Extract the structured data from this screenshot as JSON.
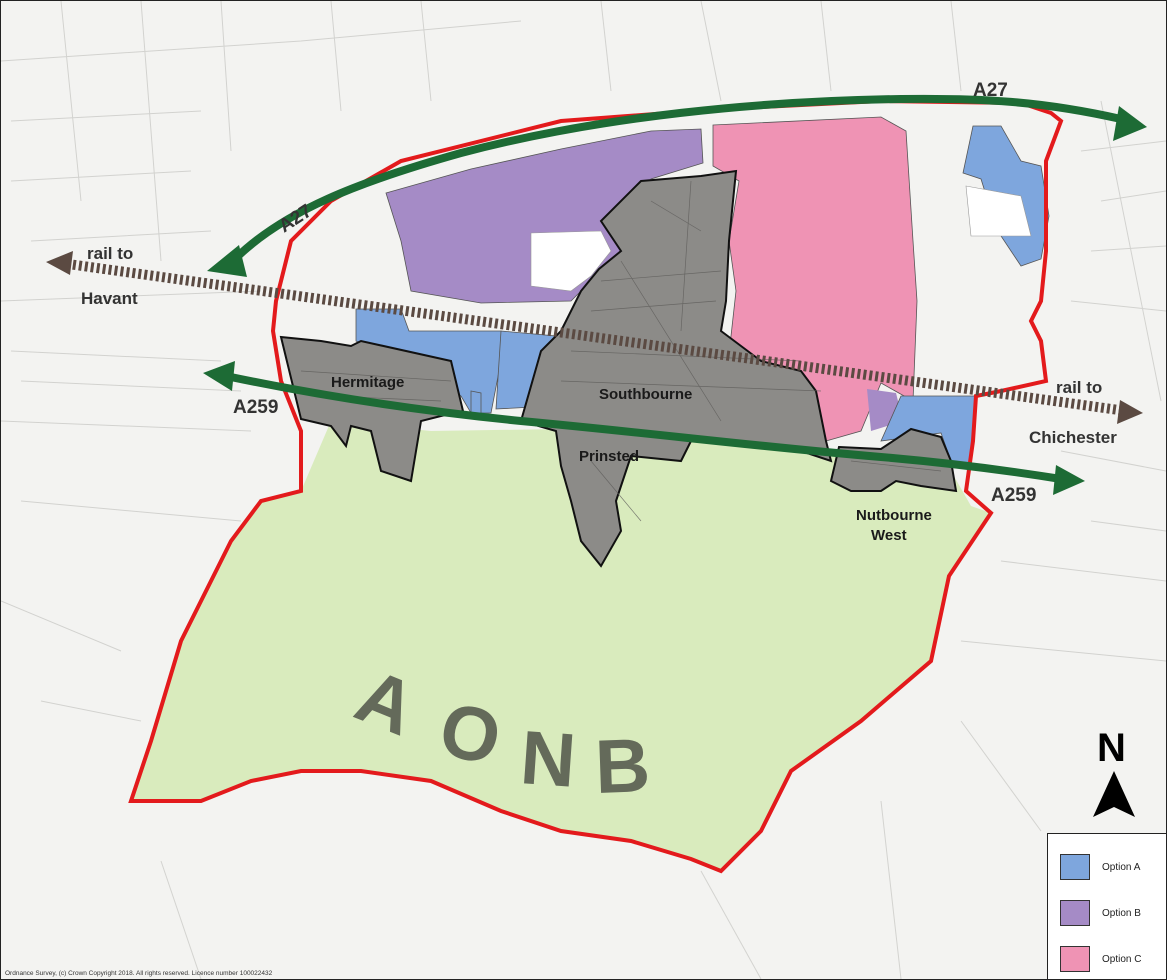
{
  "map": {
    "colors": {
      "background": "#f3f3f1",
      "aonb_fill": "#d9ebbd",
      "boundary": "#e31a1c",
      "road_arrow": "#1d6b35",
      "rail_arrow": "#5b4a42",
      "settlement": "#8c8b88",
      "option_a": "#7ea6dd",
      "option_b": "#a58bc6",
      "option_c": "#ef93b4"
    },
    "road_labels": {
      "a27_east": "A27",
      "a27_west": "A27",
      "a259_west": "A259",
      "a259_east": "A259"
    },
    "rail_labels": {
      "west_line1": "rail to",
      "west_line2": "Havant",
      "east_line1": "rail to",
      "east_line2": "Chichester"
    },
    "settlements": {
      "hermitage": "Hermitage",
      "southbourne": "Southbourne",
      "prinsted": "Prinsted",
      "nutbourne_line1": "Nutbourne",
      "nutbourne_line2": "West"
    },
    "aonb_letters": [
      "A",
      "O",
      "N",
      "B"
    ],
    "north_label": "N",
    "copyright": "Ordnance Survey, (c) Crown Copyright 2018. All rights reserved. Licence number 100022432"
  },
  "legend": {
    "items": [
      {
        "label": "Option A",
        "color": "#7ea6dd"
      },
      {
        "label": "Option B",
        "color": "#a58bc6"
      },
      {
        "label": "Option C",
        "color": "#ef93b4"
      }
    ]
  }
}
